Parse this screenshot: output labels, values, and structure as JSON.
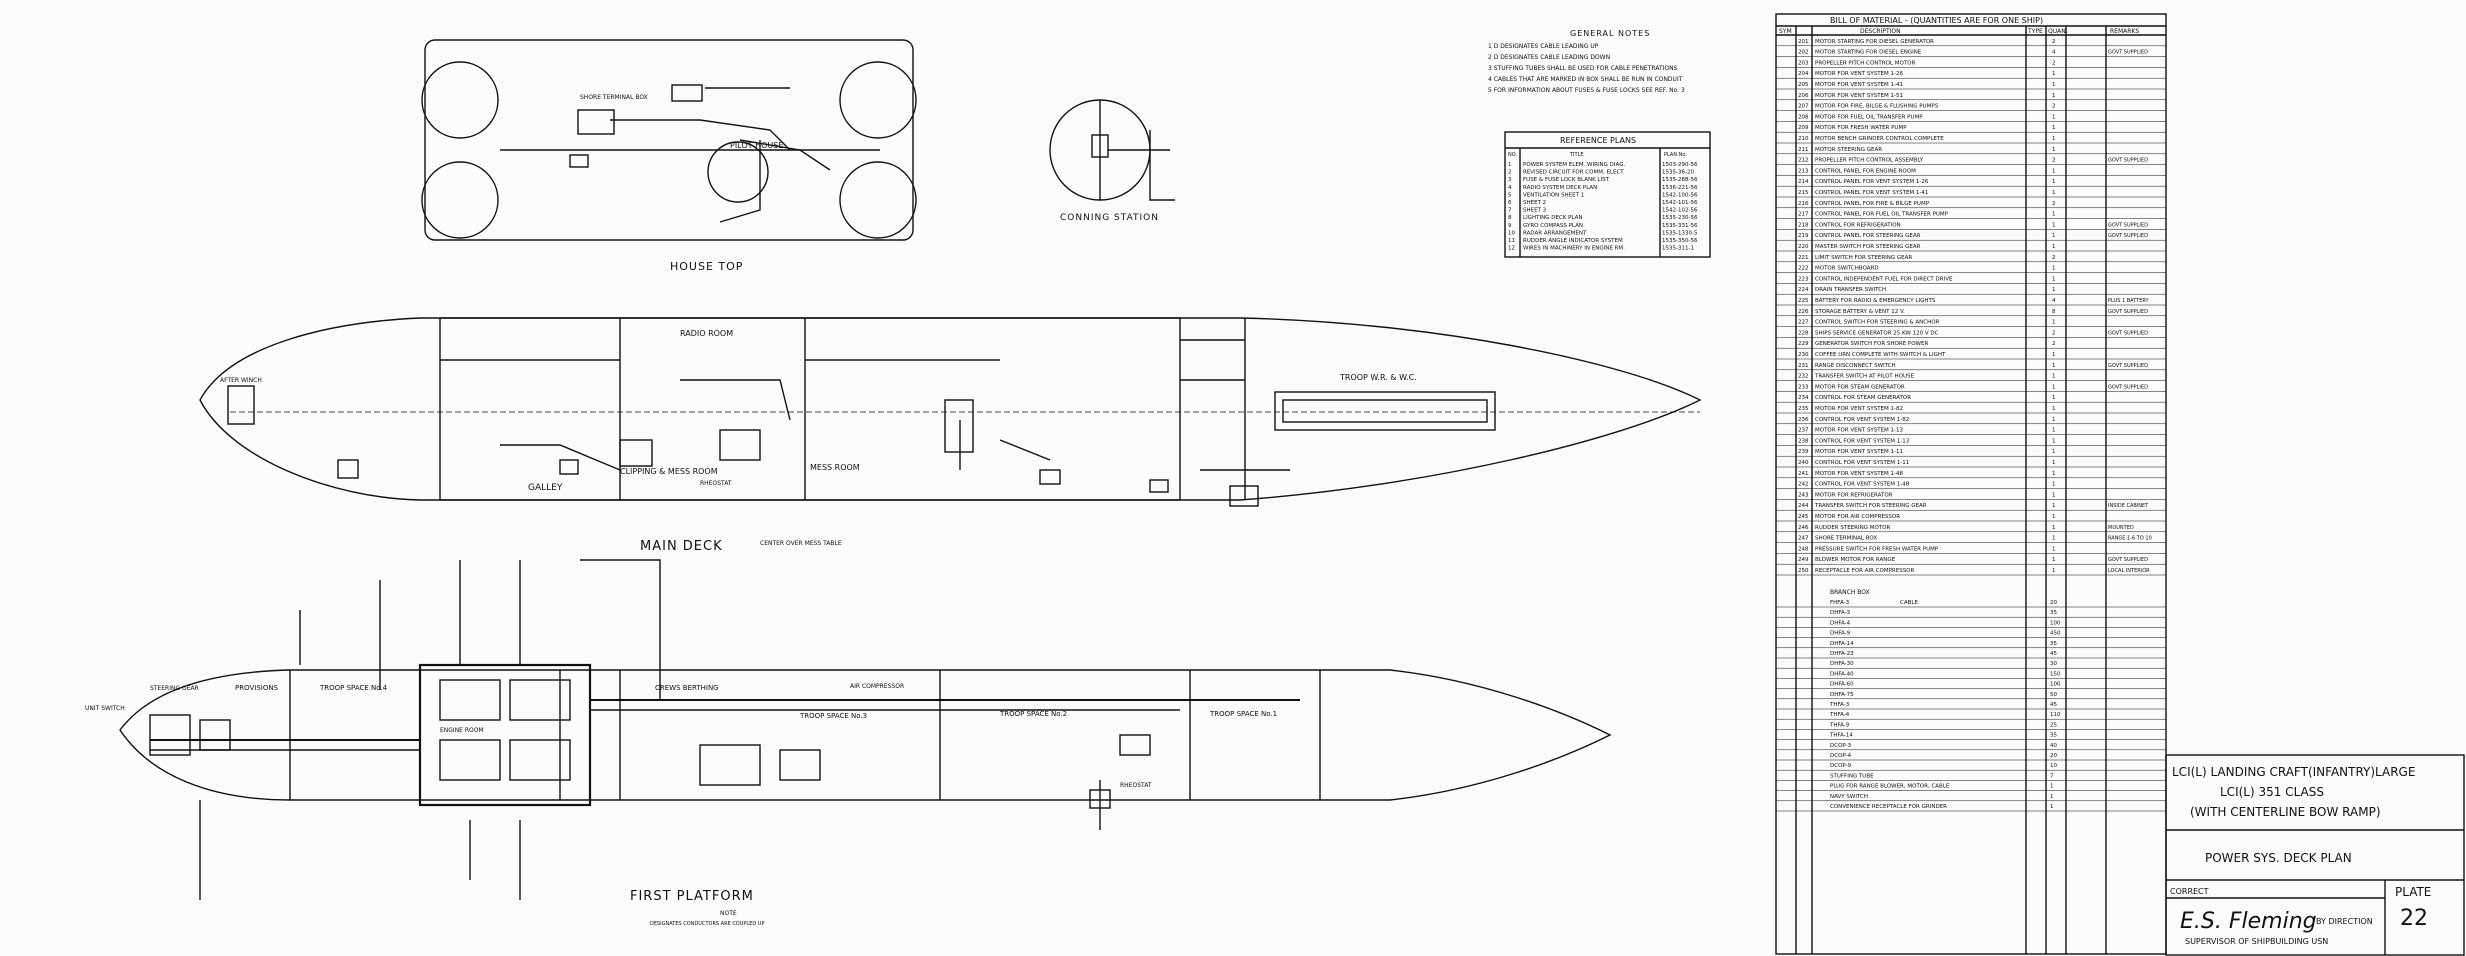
{
  "views": {
    "house_top": "HOUSE TOP",
    "corning_station": "CONNING STATION",
    "main_deck": "MAIN DECK",
    "first_platform": "FIRST PLATFORM"
  },
  "house_labels": [
    "PILOT HOUSE",
    "SHORE TERMINAL BOX"
  ],
  "main_deck_labels": [
    "RADIO ROOM",
    "GALLEY",
    "CLIPPING & MESS ROOM",
    "MESS ROOM",
    "TROOP W.R. & W.C.",
    "AFTER WINCH",
    "RHEOSTAT",
    "CENTER OVER MESS TABLE"
  ],
  "platform_labels": [
    "STEERING GEAR",
    "PROVISIONS",
    "TROOP SPACE No.4",
    "CREWS BERTHING",
    "TROOP SPACE No.3",
    "TROOP SPACE No.2",
    "TROOP SPACE No.1",
    "AIR COMPRESSOR",
    "ENGINE ROOM",
    "RHEOSTAT",
    "UNIT SWITCH"
  ],
  "general_notes": {
    "title": "GENERAL NOTES",
    "notes": [
      "1  D DESIGNATES CABLE LEADING UP",
      "2  D DESIGNATES CABLE LEADING DOWN",
      "3  STUFFING TUBES SHALL BE USED FOR CABLE PENETRATIONS",
      "4  CABLES THAT ARE MARKED IN BOX SHALL BE RUN IN CONDUIT",
      "5  FOR INFORMATION ABOUT FUSES & FUSE LOCKS SEE REF. No. 3"
    ]
  },
  "reference_plans": {
    "title": "REFERENCE PLANS",
    "headers": [
      "NO.",
      "TITLE",
      "PLAN No."
    ],
    "rows": [
      [
        "1",
        "POWER SYSTEM ELEM. WIRING DIAG.",
        "1503-290-56"
      ],
      [
        "2",
        "REVISED CIRCUIT FOR COMM. ELECT.",
        "1535-36-20"
      ],
      [
        "3",
        "FUSE & FUSE LOCK BLANK LIST",
        "1535-288-56"
      ],
      [
        "4",
        "RADIO SYSTEM DECK PLAN",
        "1536-221-56"
      ],
      [
        "5",
        "VENTILATION SHEET 1",
        "1542-100-56"
      ],
      [
        "6",
        "SHEET 2",
        "1542-101-56"
      ],
      [
        "7",
        "SHEET 3",
        "1542-102-56"
      ],
      [
        "8",
        "LIGHTING DECK PLAN",
        "1535-230-56"
      ],
      [
        "9",
        "GYRO COMPASS PLAN",
        "1535-331-56"
      ],
      [
        "10",
        "RADAR ARRANGEMENT",
        "1535-1330-5"
      ],
      [
        "11",
        "RUDDER ANGLE INDICATOR SYSTEM",
        "1535-350-56"
      ],
      [
        "12",
        "WIRES IN MACHINERY IN ENGINE RM.",
        "1535-311-1"
      ]
    ]
  },
  "bill_of_material": {
    "title": "BILL OF MATERIAL - (QUANTITIES ARE FOR ONE SHIP)",
    "headers": [
      "SYM",
      "DESCRIPTION",
      "TYPE",
      "QUAN.",
      "REMARKS"
    ],
    "rows": [
      [
        "201",
        "MOTOR STARTING FOR DIESEL GENERATOR",
        "",
        "2",
        ""
      ],
      [
        "202",
        "MOTOR STARTING FOR DIESEL ENGINE",
        "",
        "4",
        "GOVT SUPPLIED"
      ],
      [
        "203",
        "PROPELLER PITCH CONTROL MOTOR",
        "",
        "2",
        ""
      ],
      [
        "204",
        "MOTOR FOR VENT SYSTEM 1-26",
        "",
        "1",
        ""
      ],
      [
        "205",
        "MOTOR FOR VENT SYSTEM 1-41",
        "",
        "1",
        ""
      ],
      [
        "206",
        "MOTOR FOR VENT SYSTEM 1-51",
        "",
        "1",
        ""
      ],
      [
        "207",
        "MOTOR FOR FIRE, BILGE & FLUSHING PUMPS",
        "",
        "2",
        ""
      ],
      [
        "208",
        "MOTOR FOR FUEL OIL TRANSFER PUMP",
        "",
        "1",
        ""
      ],
      [
        "209",
        "MOTOR FOR FRESH WATER PUMP",
        "",
        "1",
        ""
      ],
      [
        "210",
        "MOTOR BENCH GRINDER CONTROL COMPLETE",
        "",
        "1",
        ""
      ],
      [
        "211",
        "MOTOR STEERING GEAR",
        "",
        "1",
        ""
      ],
      [
        "212",
        "PROPELLER PITCH CONTROL ASSEMBLY",
        "",
        "2",
        "GOVT SUPPLIED"
      ],
      [
        "213",
        "CONTROL PANEL FOR ENGINE ROOM",
        "",
        "1",
        ""
      ],
      [
        "214",
        "CONTROL PANEL FOR VENT SYSTEM 1-26",
        "",
        "1",
        ""
      ],
      [
        "215",
        "CONTROL PANEL FOR VENT SYSTEM 1-41",
        "",
        "1",
        ""
      ],
      [
        "216",
        "CONTROL PANEL FOR FIRE & BILGE PUMP",
        "",
        "2",
        ""
      ],
      [
        "217",
        "CONTROL PANEL FOR FUEL OIL TRANSFER PUMP",
        "",
        "1",
        ""
      ],
      [
        "218",
        "CONTROL FOR REFRIGERATION",
        "",
        "1",
        "GOVT SUPPLIED"
      ],
      [
        "219",
        "CONTROL PANEL FOR STEERING GEAR",
        "",
        "1",
        "GOVT SUPPLIED"
      ],
      [
        "220",
        "MASTER SWITCH FOR STEERING GEAR",
        "",
        "1",
        ""
      ],
      [
        "221",
        "LIMIT SWITCH FOR STEERING GEAR",
        "",
        "2",
        ""
      ],
      [
        "222",
        "MOTOR SWITCHBOARD",
        "",
        "1",
        ""
      ],
      [
        "223",
        "CONTROL INDEPENDENT FUEL FOR DIRECT DRIVE",
        "",
        "1",
        ""
      ],
      [
        "224",
        "DRAIN TRANSFER SWITCH",
        "",
        "1",
        ""
      ],
      [
        "225",
        "BATTERY FOR RADIO & EMERGENCY LIGHTS",
        "",
        "4",
        "PLUS 1 BATTERY"
      ],
      [
        "226",
        "STORAGE BATTERY & VENT 12 V.",
        "",
        "8",
        "GOVT SUPPLIED"
      ],
      [
        "227",
        "CONTROL SWITCH FOR STEERING & ANCHOR",
        "",
        "1",
        ""
      ],
      [
        "228",
        "SHIPS SERVICE GENERATOR 25 KW 120 V DC",
        "",
        "2",
        "GOVT SUPPLIED"
      ],
      [
        "229",
        "GENERATOR SWITCH FOR SHORE POWER",
        "",
        "2",
        ""
      ],
      [
        "230",
        "COFFEE URN COMPLETE WITH SWITCH & LIGHT",
        "",
        "1",
        ""
      ],
      [
        "231",
        "RANGE DISCONNECT SWITCH",
        "",
        "1",
        "GOVT SUPPLIED"
      ],
      [
        "232",
        "TRANSFER SWITCH AT PILOT HOUSE",
        "",
        "1",
        ""
      ],
      [
        "233",
        "MOTOR FOR STEAM GENERATOR",
        "",
        "1",
        "GOVT SUPPLIED"
      ],
      [
        "234",
        "CONTROL FOR STEAM GENERATOR",
        "",
        "1",
        ""
      ],
      [
        "235",
        "MOTOR FOR VENT SYSTEM 1-82",
        "",
        "1",
        ""
      ],
      [
        "236",
        "CONTROL FOR VENT SYSTEM 1-82",
        "",
        "1",
        ""
      ],
      [
        "237",
        "MOTOR FOR VENT SYSTEM 1-13",
        "",
        "1",
        ""
      ],
      [
        "238",
        "CONTROL FOR VENT SYSTEM 1-13",
        "",
        "1",
        ""
      ],
      [
        "239",
        "MOTOR FOR VENT SYSTEM 1-11",
        "",
        "1",
        ""
      ],
      [
        "240",
        "CONTROL FOR VENT SYSTEM 1-11",
        "",
        "1",
        ""
      ],
      [
        "241",
        "MOTOR FOR VENT SYSTEM 1-48",
        "",
        "1",
        ""
      ],
      [
        "242",
        "CONTROL FOR VENT SYSTEM 1-48",
        "",
        "1",
        ""
      ],
      [
        "243",
        "MOTOR FOR REFRIGERATOR",
        "",
        "1",
        ""
      ],
      [
        "244",
        "TRANSFER SWITCH FOR STEERING GEAR",
        "",
        "1",
        "INSIDE CABINET"
      ],
      [
        "245",
        "MOTOR FOR AIR COMPRESSOR",
        "",
        "1",
        ""
      ],
      [
        "246",
        "RUDDER STEERING MOTOR",
        "",
        "1",
        "MOUNTED"
      ],
      [
        "247",
        "SHORE TERMINAL BOX",
        "",
        "1",
        "RANGE 1-6 TO 10"
      ],
      [
        "248",
        "PRESSURE SWITCH FOR FRESH WATER PUMP",
        "",
        "1",
        ""
      ],
      [
        "249",
        "BLOWER MOTOR FOR RANGE",
        "",
        "1",
        "GOVT SUPPLIED"
      ],
      [
        "250",
        "RECEPTACLE FOR AIR COMPRESSOR",
        "",
        "1",
        "LOCAL INTERIOR"
      ]
    ]
  },
  "cable_schedule": {
    "title": "BRANCH BOX",
    "rows": [
      [
        "FHFA-3",
        "CABLE",
        "20"
      ],
      [
        "DHFA-3",
        "",
        "35"
      ],
      [
        "DHFA-4",
        "",
        "100"
      ],
      [
        "DHFA-9",
        "",
        "450"
      ],
      [
        "DHFA-14",
        "",
        "35"
      ],
      [
        "DHFA-23",
        "",
        "45"
      ],
      [
        "DHFA-30",
        "",
        "30"
      ],
      [
        "DHFA-40",
        "",
        "150"
      ],
      [
        "DHFA-60",
        "",
        "100"
      ],
      [
        "DHFA-75",
        "",
        "50"
      ],
      [
        "THFA-3",
        "",
        "45"
      ],
      [
        "THFA-4",
        "",
        "110"
      ],
      [
        "THFA-9",
        "",
        "25"
      ],
      [
        "THFA-14",
        "",
        "35"
      ],
      [
        "DCOP-3",
        "",
        "40"
      ],
      [
        "DCOP-4",
        "",
        "20"
      ],
      [
        "DCOP-9",
        "",
        "10"
      ],
      [
        "STUFFING TUBE",
        "",
        "7"
      ],
      [
        "PLUG FOR RANGE BLOWER, MOTOR, CABLE",
        "",
        "1"
      ],
      [
        "NAVY SWITCH",
        "",
        "1"
      ],
      [
        "CONVENIENCE RECEPTACLE FOR GRINDER",
        "",
        "1"
      ]
    ]
  },
  "title_block": {
    "line1": "LCI(L) LANDING CRAFT(INFANTRY)LARGE",
    "line2": "LCI(L) 351 CLASS",
    "line3": "(WITH CENTERLINE BOW RAMP)",
    "drawing_title": "POWER SYS. DECK PLAN",
    "plate_label": "PLATE",
    "plate_number": "22",
    "correct_label": "CORRECT",
    "signature": "E.S. Fleming",
    "by_direction": "BY DIRECTION",
    "supervisor": "SUPERVISOR OF SHIPBUILDING USN"
  },
  "platform_note": "NOTE",
  "platform_note_text": "DESIGNATES CONDUCTORS ARE COUPLED UP"
}
